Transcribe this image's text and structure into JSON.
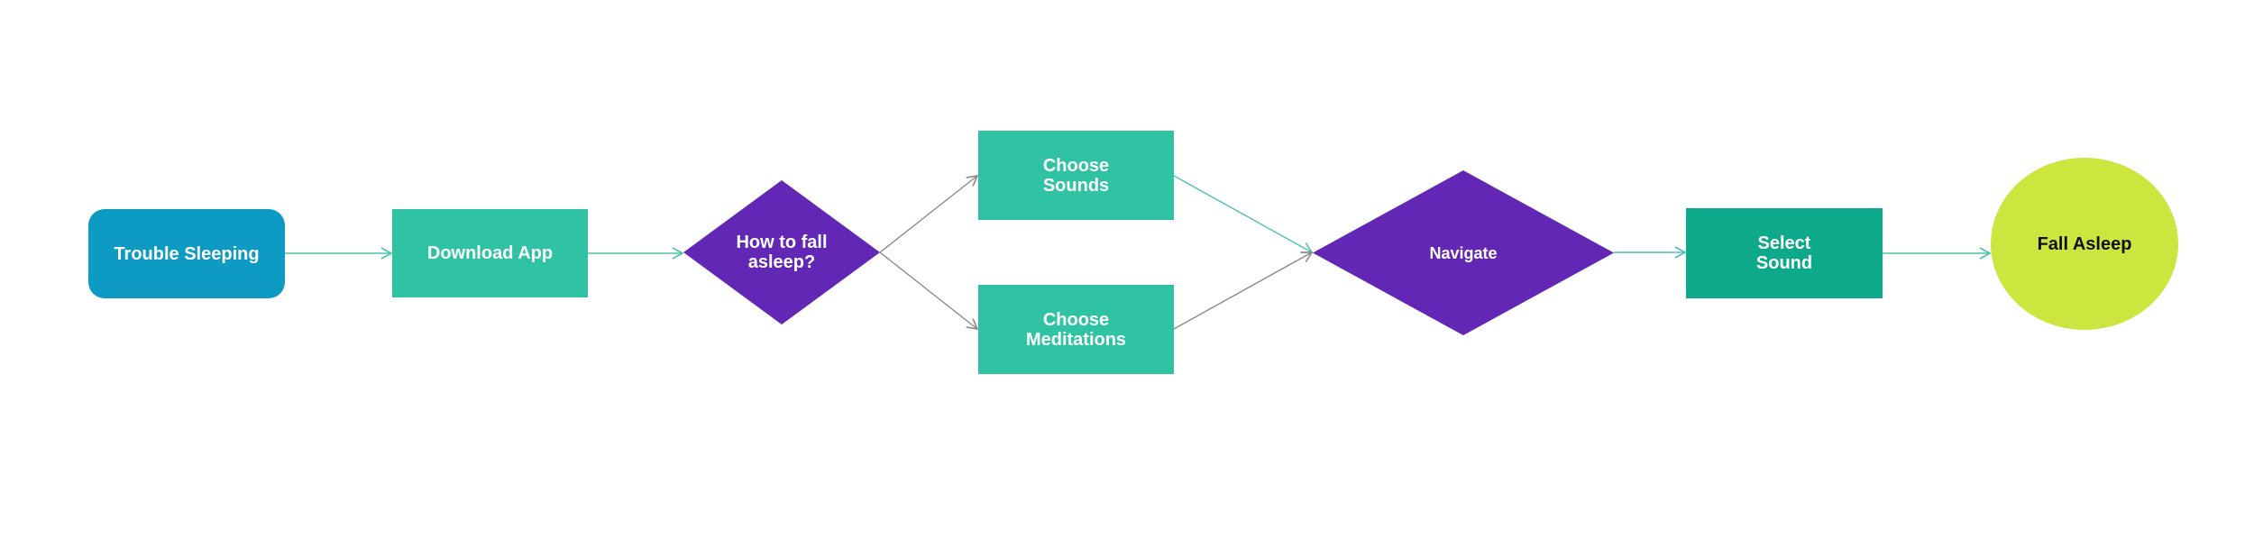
{
  "diagram": {
    "colors": {
      "start": "#0D9BC4",
      "process": "#2FC3A3",
      "process_dark": "#0EA88A",
      "decision": "#6327B5",
      "end": "#CDE63F",
      "arrow_teal": "#4CC3B0",
      "arrow_gray": "#8A8A8A",
      "text_light": "#FFFFFF",
      "text_dark": "#111111"
    },
    "nodes": {
      "trouble": {
        "label": "Trouble Sleeping",
        "shape": "rounded-rectangle"
      },
      "download": {
        "label": "Download App",
        "shape": "rectangle"
      },
      "how": {
        "label": "How to fall\nasleep?",
        "shape": "diamond"
      },
      "sounds": {
        "label": "Choose\nSounds",
        "shape": "rectangle"
      },
      "meditations": {
        "label": "Choose\nMeditations",
        "shape": "rectangle"
      },
      "navigate": {
        "label": "Navigate",
        "shape": "diamond"
      },
      "select": {
        "label": "Select\nSound",
        "shape": "rectangle"
      },
      "fall": {
        "label": "Fall Asleep",
        "shape": "ellipse"
      }
    },
    "edges": [
      {
        "from": "trouble",
        "to": "download",
        "color": "teal"
      },
      {
        "from": "download",
        "to": "how",
        "color": "teal"
      },
      {
        "from": "how",
        "to": "sounds",
        "color": "gray"
      },
      {
        "from": "how",
        "to": "meditations",
        "color": "gray"
      },
      {
        "from": "sounds",
        "to": "navigate",
        "color": "teal"
      },
      {
        "from": "meditations",
        "to": "navigate",
        "color": "gray"
      },
      {
        "from": "navigate",
        "to": "select",
        "color": "teal"
      },
      {
        "from": "select",
        "to": "fall",
        "color": "teal"
      }
    ]
  }
}
